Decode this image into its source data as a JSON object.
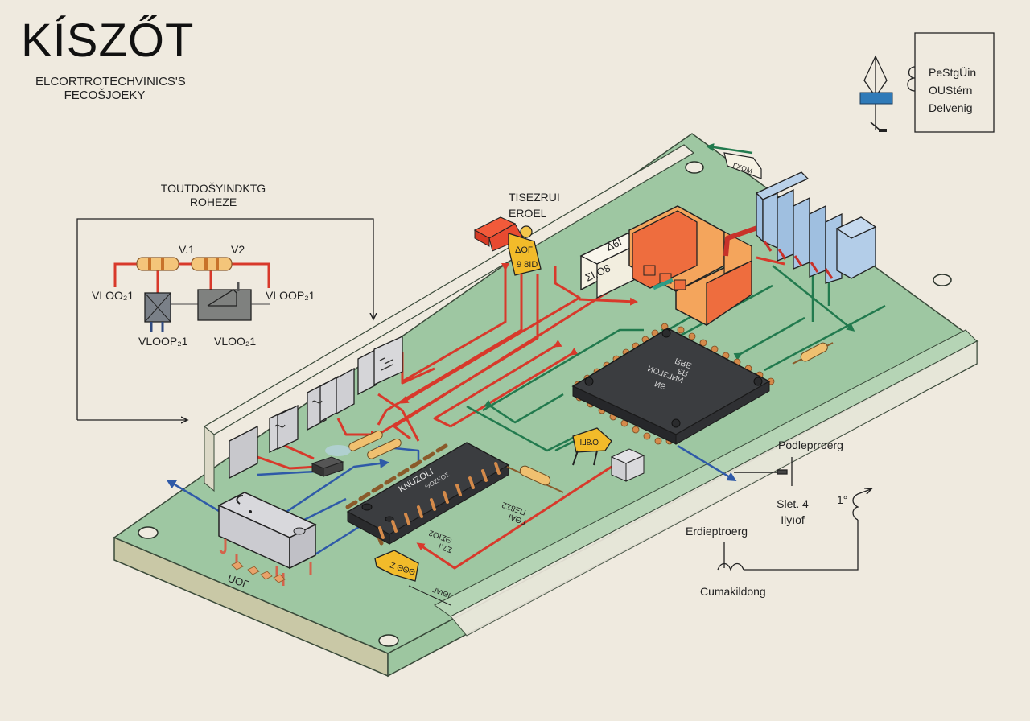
{
  "header": {
    "title": "KÍSZŐT",
    "subtitle_line1": "ELCORTROTECHVINICS'S",
    "subtitle_line2": "FECOŠJOEKY"
  },
  "legend_box": {
    "lines": [
      "PeStgÜin",
      "OUStérn",
      "Delvenig"
    ]
  },
  "inset_schematic": {
    "title_line1": "TOUTDOŠYINDKTG",
    "title_line2": "ROHEZE",
    "resistor_labels": [
      "V.1",
      "V2"
    ],
    "node_labels": [
      "VLOO₂1",
      "VLOOP₂1",
      "VLOOP₂1",
      "VLOO₂1"
    ]
  },
  "board_labels": {
    "connector_label_line1": "TISEZRUI",
    "connector_label_line2": "EROEL",
    "connector_tag": [
      "ΔOΓ",
      "9 8ID"
    ],
    "relay_tag": [
      "Δ6I",
      "ΣΙ,Ο8"
    ],
    "chip_large_text": [
      "ƎЯЯ",
      "ЯЗ",
      "ИИΓЗΓОИ",
      "ƧИ"
    ],
    "chip_small_text": [
      "KNUZOLI",
      "ΘΟΣΚΟΣ"
    ],
    "chip_small_side": [
      "ΠΞ8Σ2",
      "ΓΘΑΙ"
    ],
    "chip_small_bottom": [
      "ΘΣΙΟ2",
      "Σ7,Ι"
    ],
    "yellow_cap_1": "Ο'8ΓΙ",
    "yellow_cap_2": "Ζ ΘΘΘ",
    "yellow_cap_2_dim": "ΙΘΙΑΓ",
    "relay_module_label": "UOΓ",
    "tab_label": "ΓΧΩΜ"
  },
  "annotations": {
    "pad_label": "Podleprroerg",
    "switch_label_line1": "Slet. 4",
    "switch_label_line2": "Ilyıof",
    "coil_label": "Erdieptroerg",
    "degree_label": "1°",
    "ground_label": "Cumakildong"
  },
  "colors": {
    "paper": "#efeadf",
    "board": "#9ec7a2",
    "board_edge": "#c9c8a6",
    "trace_red": "#d8392b",
    "trace_green": "#227a4e",
    "trace_blue": "#2f5aa8",
    "chip": "#3b3d40",
    "pin": "#d48a4a",
    "transformer": "#ee6d3e",
    "transformer_light": "#f4a55c",
    "heatsink": "#9fbfe0",
    "cap_yellow": "#f2bb2a"
  }
}
